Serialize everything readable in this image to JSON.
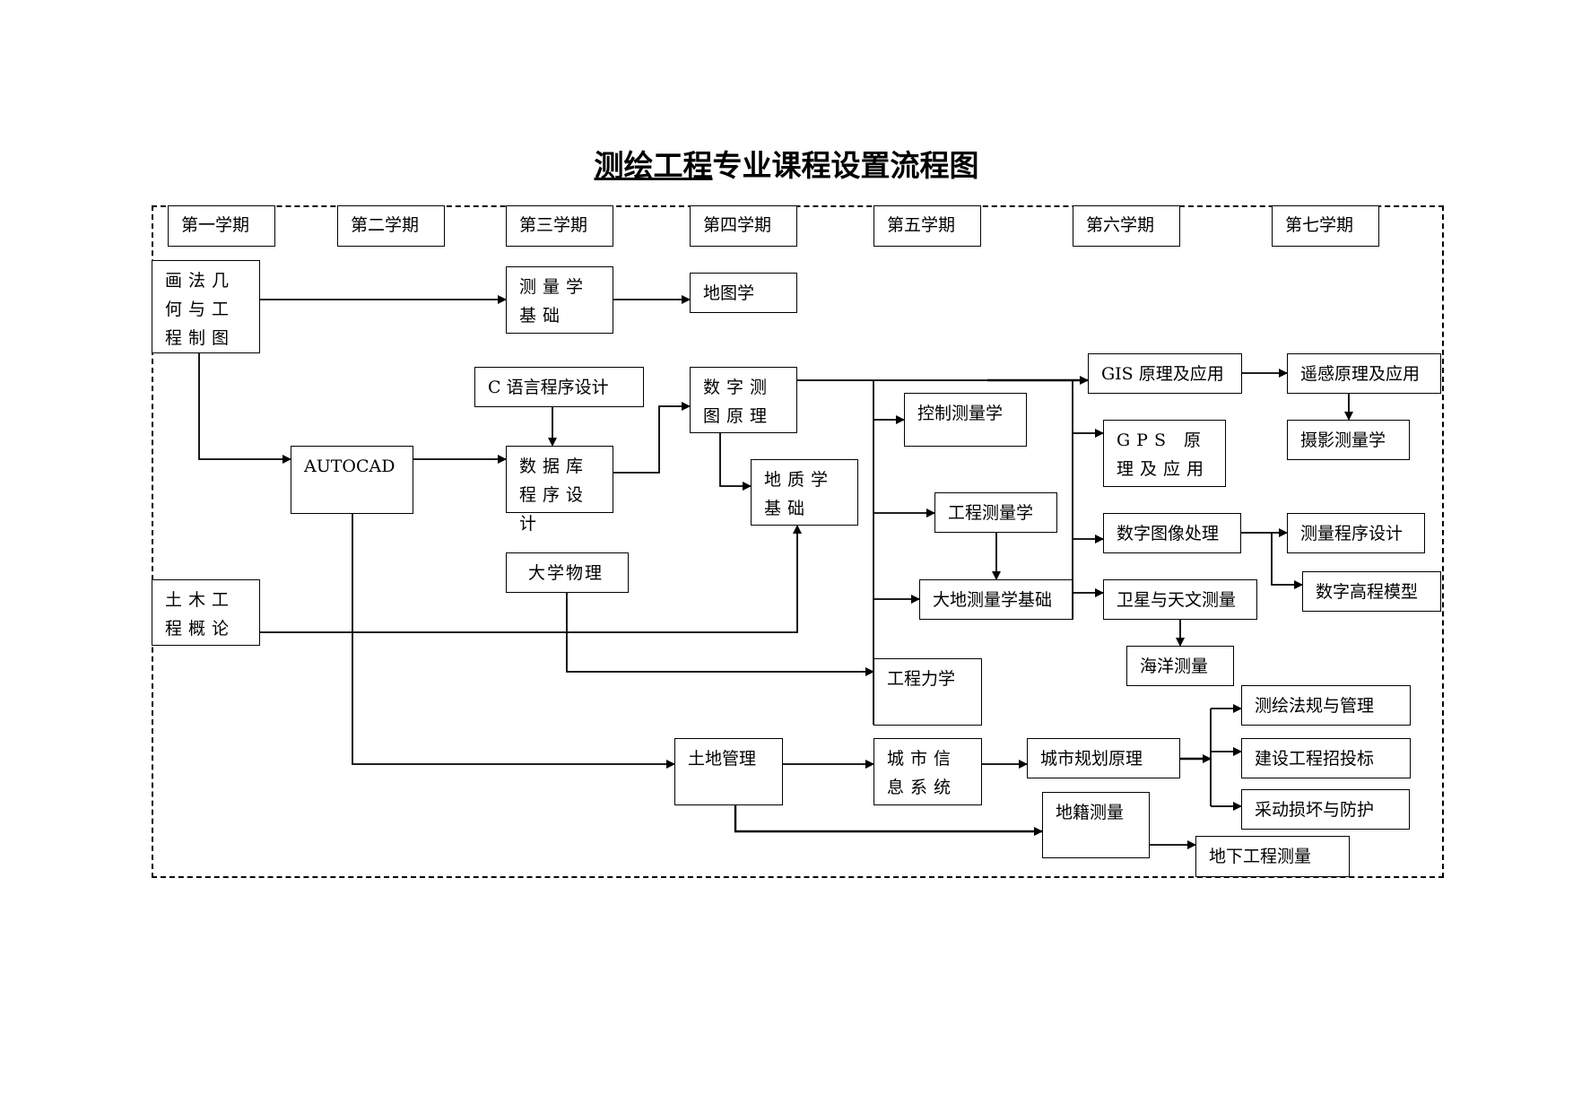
{
  "title": {
    "part_underlined": "测绘工程",
    "part_rest": "专业课程设置流程图"
  },
  "semesters": [
    "第一学期",
    "第二学期",
    "第三学期",
    "第四学期",
    "第五学期",
    "第六学期",
    "第七学期"
  ],
  "courses": {
    "huafa": "画法几何与工程制图",
    "tumu": "土木工程概论",
    "autocad": "AUTOCAD",
    "celiangxue": "测量学基础",
    "cyuyan": "C 语言程序设计",
    "shujuku": "数据库程序设计",
    "daxuewuli": "大学物理",
    "ditu": "地图学",
    "shuzicetu": "数字测图原理",
    "dizhi": "地质学基础",
    "tudi": "土地管理",
    "kongzhi": "控制测量学",
    "gongchengcl": "工程测量学",
    "dadi": "大地测量学基础",
    "lixue": "工程力学",
    "chengshixinxi": "城市信息系统",
    "gis": "GIS 原理及应用",
    "gps": "GPS 原理及应用",
    "shuzituxiang": "数字图像处理",
    "weixing": "卫星与天文测量",
    "haiyang": "海洋测量",
    "guihua": "城市规划原理",
    "diji": "地籍测量",
    "yaogan": "遥感原理及应用",
    "sheying": "摄影测量学",
    "chengxu": "测量程序设计",
    "gaocheng": "数字高程模型",
    "fagui": "测绘法规与管理",
    "zhaotoubiao": "建设工程招投标",
    "caidong": "采动损坏与防护",
    "dixia": "地下工程测量"
  }
}
